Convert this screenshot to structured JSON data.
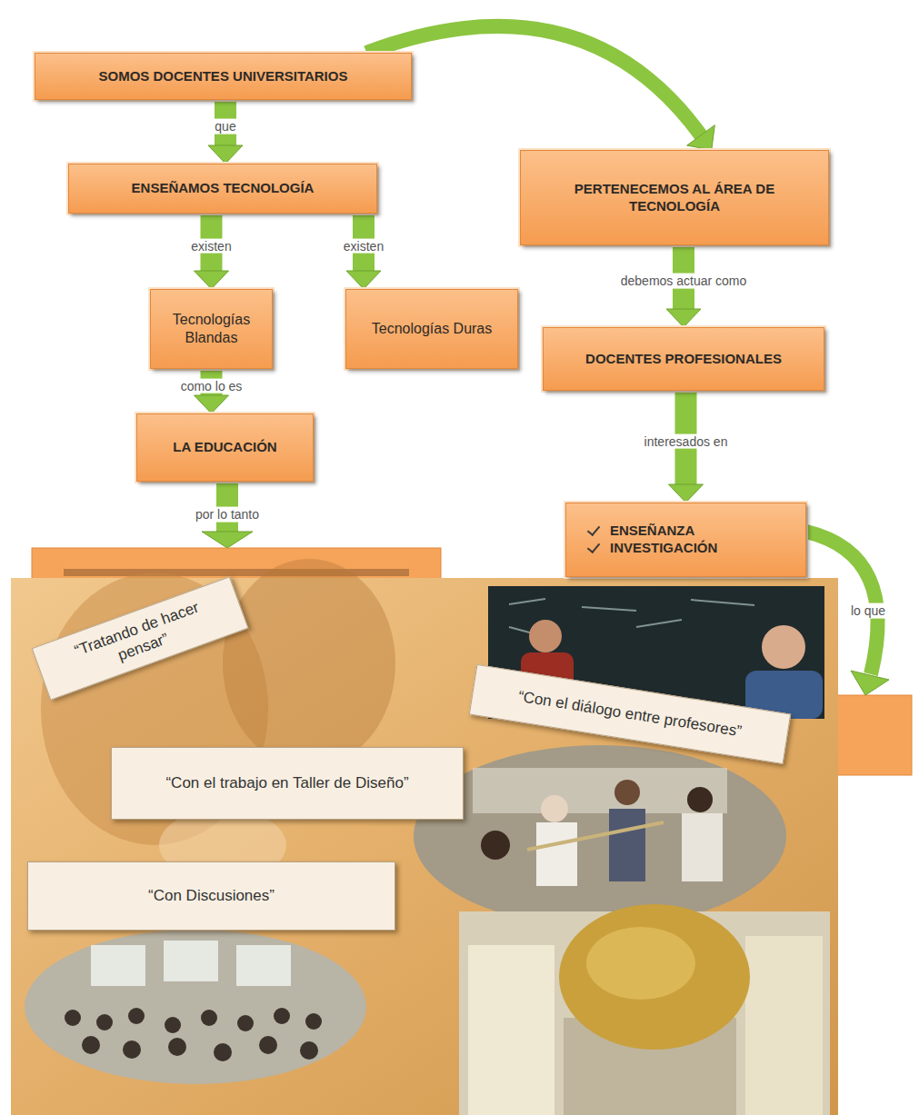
{
  "diagram": {
    "nodes": [
      {
        "text": [
          "SOMOS DOCENTES UNIVERSITARIOS"
        ]
      },
      {
        "text": [
          "ENSEÑAMOS TECNOLOGÍA"
        ]
      },
      {
        "text": [
          "PERTENECEMOS AL ÁREA DE TECNOLOGÍA"
        ]
      },
      {
        "text": [
          "Tecnologías Blandas"
        ]
      },
      {
        "text": [
          "Tecnologías Duras"
        ]
      },
      {
        "text": [
          "DOCENTES PROFESIONALES"
        ]
      },
      {
        "text": [
          "LA EDUCACIÓN"
        ]
      },
      {
        "text": [
          "ENSEÑANZA",
          "INVESTIGACIÓN"
        ]
      },
      {
        "text": [
          "“Tratando de hacer pensar”"
        ]
      },
      {
        "text": [
          "“Con el diálogo entre profesores”"
        ]
      },
      {
        "text": [
          "“Con el trabajo en Taller de Diseño”"
        ]
      },
      {
        "text": [
          "“Con Discusiones”"
        ]
      }
    ],
    "edges": [
      {
        "from": 0,
        "to": 1,
        "label": "que",
        "arrow": "to"
      },
      {
        "from": 0,
        "to": 2,
        "arrow": "to"
      },
      {
        "from": 1,
        "to": 3,
        "label": "existen",
        "arrow": "to"
      },
      {
        "from": 1,
        "to": 4,
        "label": "existen",
        "arrow": "to"
      },
      {
        "from": 2,
        "to": 5,
        "label": "debemos actuar como",
        "arrow": "to"
      },
      {
        "from": 3,
        "to": 6,
        "label": "como lo es",
        "arrow": "to"
      },
      {
        "from": 5,
        "to": 7,
        "label": "interesados en",
        "arrow": "to"
      }
    ],
    "labels": [
      "por lo tanto",
      "lo que"
    ]
  }
}
